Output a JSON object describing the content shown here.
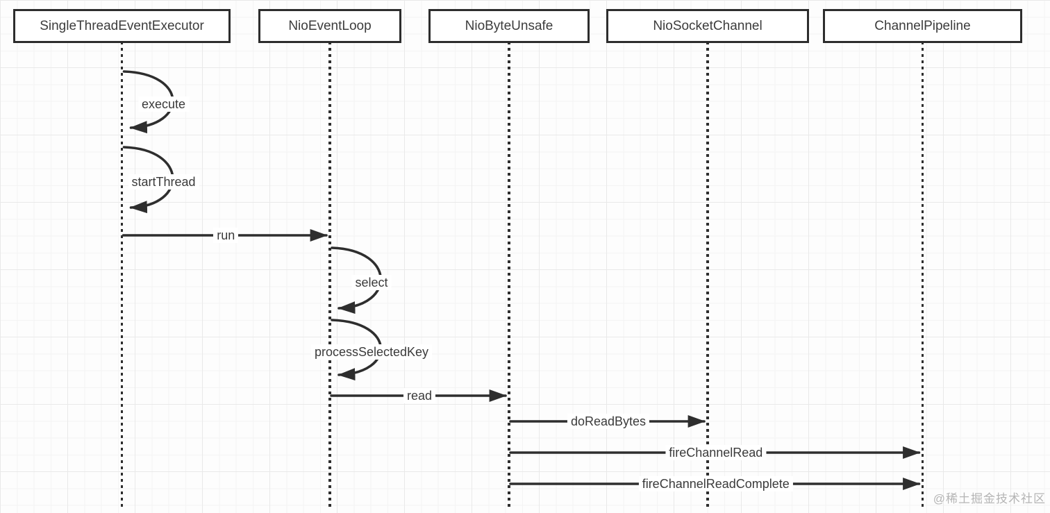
{
  "diagram": {
    "type": "sequence-diagram",
    "participants": [
      {
        "id": "SingleThreadEventExecutor",
        "label": "SingleThreadEventExecutor"
      },
      {
        "id": "NioEventLoop",
        "label": "NioEventLoop"
      },
      {
        "id": "NioByteUnsafe",
        "label": "NioByteUnsafe"
      },
      {
        "id": "NioSocketChannel",
        "label": "NioSocketChannel"
      },
      {
        "id": "ChannelPipeline",
        "label": "ChannelPipeline"
      }
    ],
    "messages": [
      {
        "type": "self",
        "from": "SingleThreadEventExecutor",
        "to": "SingleThreadEventExecutor",
        "label": "execute"
      },
      {
        "type": "self",
        "from": "SingleThreadEventExecutor",
        "to": "SingleThreadEventExecutor",
        "label": "startThread"
      },
      {
        "type": "call",
        "from": "SingleThreadEventExecutor",
        "to": "NioEventLoop",
        "label": "run"
      },
      {
        "type": "self",
        "from": "NioEventLoop",
        "to": "NioEventLoop",
        "label": "select"
      },
      {
        "type": "self",
        "from": "NioEventLoop",
        "to": "NioEventLoop",
        "label": "processSelectedKey"
      },
      {
        "type": "call",
        "from": "NioEventLoop",
        "to": "NioByteUnsafe",
        "label": "read"
      },
      {
        "type": "call",
        "from": "NioByteUnsafe",
        "to": "NioSocketChannel",
        "label": "doReadBytes"
      },
      {
        "type": "call",
        "from": "NioByteUnsafe",
        "to": "ChannelPipeline",
        "label": "fireChannelRead"
      },
      {
        "type": "call",
        "from": "NioByteUnsafe",
        "to": "ChannelPipeline",
        "label": "fireChannelReadComplete"
      }
    ]
  },
  "watermark": {
    "text": "@稀土掘金技术社区"
  },
  "colors": {
    "line": "#2e2e2e",
    "text": "#3a3a3a",
    "box_border": "#2d2d2d",
    "box_fill": "#ffffff",
    "watermark": "#b5b5b5",
    "grid_minor": "#f4f4f4",
    "grid_major": "#e9e9e9",
    "background": "#fdfdfd"
  }
}
